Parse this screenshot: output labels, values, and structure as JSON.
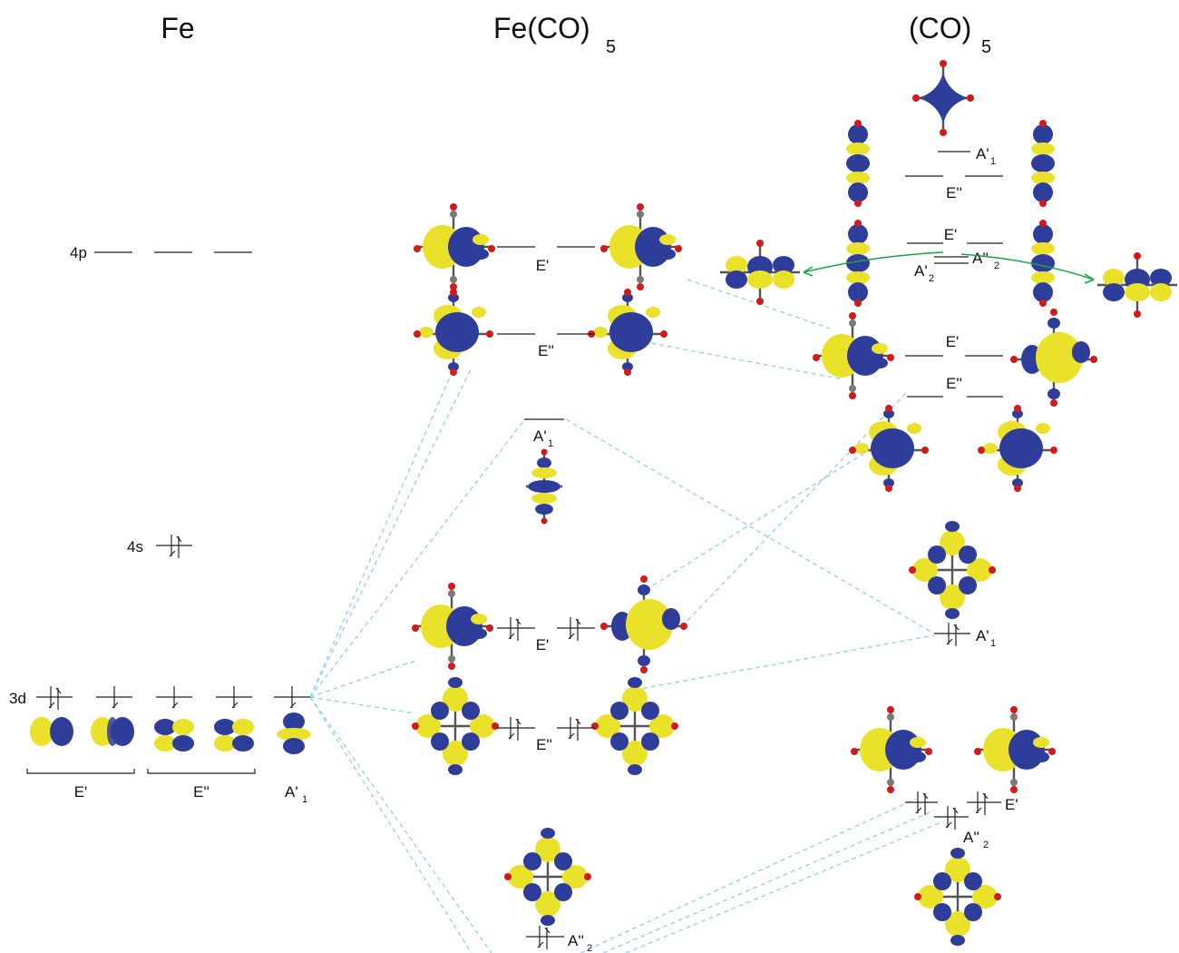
{
  "columns": {
    "left": "Fe",
    "middle_main": "Fe(CO)",
    "middle_sub": "5",
    "right_main": "(CO)",
    "right_sub": "5"
  },
  "fe_levels": {
    "p": "4p",
    "s": "4s",
    "d": "3d"
  },
  "fe_symmetry": {
    "e1": "E'",
    "e2": "E''",
    "a1": "A'",
    "a1_sub": "1"
  },
  "complex_levels": {
    "e1_top": "E'",
    "e2_top": "E''",
    "a1": "A'",
    "a1_sub": "1",
    "e1_occ": "E'",
    "e2_occ": "E''",
    "a2": "A''",
    "a2_sub": "2"
  },
  "ligand_levels": {
    "a1_top": "A'",
    "a1_top_sub": "1",
    "e2_top": "E''",
    "e1_mid": "E'",
    "a2pp": "A''",
    "a2pp_sub": "2",
    "a2p": "A'",
    "a2p_sub": "2",
    "e1_low": "E'",
    "e2_low": "E''",
    "a1_occ": "A'",
    "a1_occ_sub": "1",
    "e1_occ": "E'",
    "a2_occ": "A''",
    "a2_occ_sub": "2"
  },
  "colors": {
    "phase_negative": "#2f3d9a",
    "phase_positive": "#e9e12a",
    "correlation_line": "#8fd0ee",
    "carbon": "#7a7a7a",
    "oxygen": "#d11a1a",
    "arrow": "#1aa34a"
  }
}
